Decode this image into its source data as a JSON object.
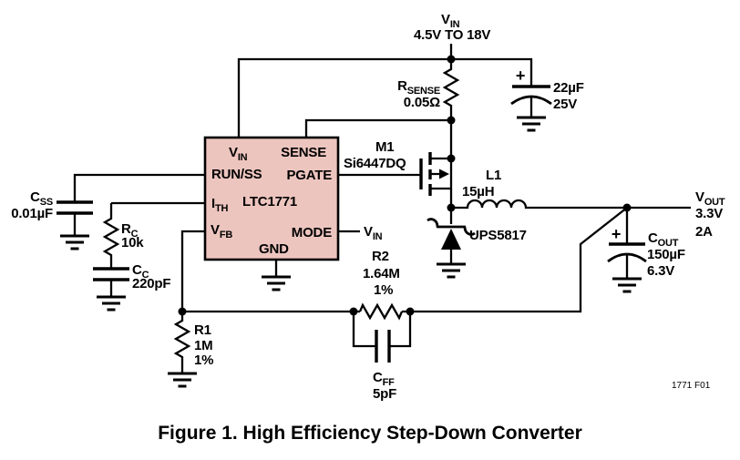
{
  "caption": "Figure 1. High Efficiency Step-Down Converter",
  "figure_code": "1771 F01",
  "supply": {
    "label": {
      "main": "V",
      "sub": "IN"
    },
    "range": "4.5V TO 18V"
  },
  "output": {
    "label": {
      "main": "V",
      "sub": "OUT"
    },
    "voltage": "3.3V",
    "current": "2A"
  },
  "ic": {
    "part": "LTC1771",
    "pins": {
      "vin": {
        "main": "V",
        "sub": "IN"
      },
      "sense": "SENSE",
      "run_ss": "RUN/SS",
      "pgate": "PGATE",
      "ith": {
        "main": "I",
        "sub": "TH"
      },
      "vfb": {
        "main": "V",
        "sub": "FB"
      },
      "mode": "MODE",
      "gnd": "GND"
    }
  },
  "mode_tie": {
    "main": "V",
    "sub": "IN"
  },
  "components": {
    "rsense": {
      "name": {
        "main": "R",
        "sub": "SENSE"
      },
      "value": "0.05Ω"
    },
    "cin": {
      "polarity": "+",
      "value": "22µF",
      "rating": "25V"
    },
    "m1": {
      "ref": "M1",
      "part": "Si6447DQ"
    },
    "l1": {
      "ref": "L1",
      "value": "15µH"
    },
    "d1": {
      "part": "UPS5817"
    },
    "cout": {
      "polarity": "+",
      "name": {
        "main": "C",
        "sub": "OUT"
      },
      "value": "150µF",
      "rating": "6.3V"
    },
    "css": {
      "name": {
        "main": "C",
        "sub": "SS"
      },
      "value": "0.01µF"
    },
    "rc": {
      "name": {
        "main": "R",
        "sub": "C"
      },
      "value": "10k"
    },
    "cc": {
      "name": {
        "main": "C",
        "sub": "C"
      },
      "value": "220pF"
    },
    "r1": {
      "ref": "R1",
      "value": "1M",
      "tolerance": "1%"
    },
    "r2": {
      "ref": "R2",
      "value": "1.64M",
      "tolerance": "1%"
    },
    "cff": {
      "name": {
        "main": "C",
        "sub": "FF"
      },
      "value": "5pF"
    }
  },
  "colors": {
    "ic_fill": "#edc5bf",
    "line": "#000000",
    "background": "#ffffff"
  }
}
